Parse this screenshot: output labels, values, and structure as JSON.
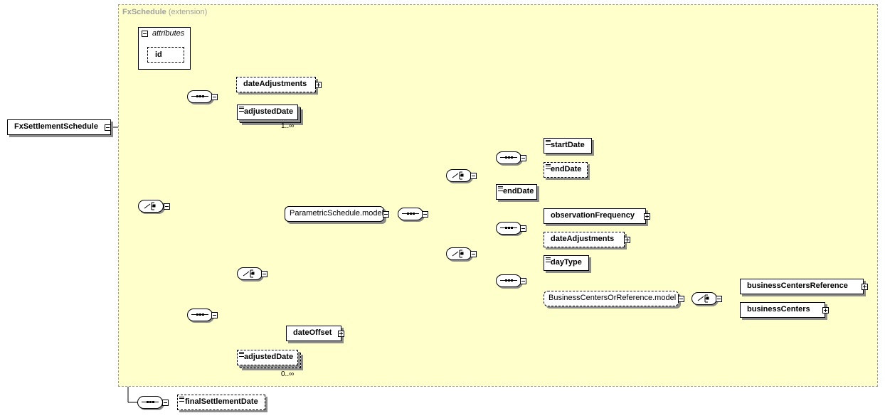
{
  "extension": {
    "name": "FxSchedule",
    "kind": "(extension)"
  },
  "root": {
    "label": "FxSettlementSchedule"
  },
  "attributes": {
    "title": "attributes",
    "items": [
      "id"
    ]
  },
  "elements": {
    "dateAdjustments_top": "dateAdjustments",
    "adjustedDate_top": "adjustedDate",
    "adjustedDate_top_card": "1..∞",
    "parametricSchedule": "ParametricSchedule.model",
    "startDate": "startDate",
    "endDate_opt": "endDate",
    "endDate": "endDate",
    "observationFrequency": "observationFrequency",
    "dateAdjustments_mid": "dateAdjustments",
    "dayType": "dayType",
    "businessCentersOrReference": "BusinessCentersOrReference.model",
    "businessCentersReference": "businessCentersReference",
    "businessCenters": "businessCenters",
    "dateOffset": "dateOffset",
    "adjustedDate_bottom": "adjustedDate",
    "adjustedDate_bottom_card": "0..∞",
    "finalSettlementDate": "finalSettlementDate"
  },
  "colors": {
    "extension_fill": "#ffffcc",
    "extension_border": "#9a9a9a",
    "shadow": "#8c8c8c"
  }
}
